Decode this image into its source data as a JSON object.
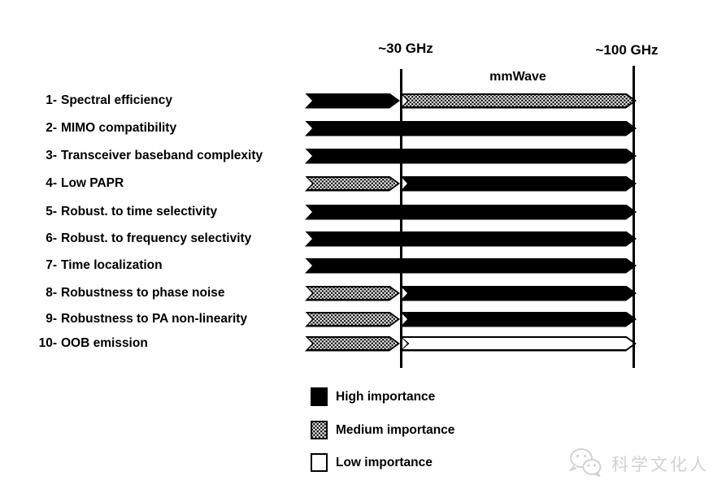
{
  "axis": {
    "freq_low": "~30 GHz",
    "freq_high": "~100 GHz",
    "band": "mmWave"
  },
  "rows": [
    {
      "num": "1-",
      "label": "Spectral efficiency",
      "below_30ghz": "high",
      "above_30ghz": "medium",
      "split": true
    },
    {
      "num": "2-",
      "label": "MIMO compatibility",
      "below_30ghz": "high",
      "above_30ghz": "high",
      "split": false
    },
    {
      "num": "3-",
      "label": "Transceiver baseband complexity",
      "below_30ghz": "high",
      "above_30ghz": "high",
      "split": false
    },
    {
      "num": "4-",
      "label": "Low PAPR",
      "below_30ghz": "medium",
      "above_30ghz": "high",
      "split": true
    },
    {
      "num": "5-",
      "label": "Robust. to time selectivity",
      "below_30ghz": "high",
      "above_30ghz": "high",
      "split": false
    },
    {
      "num": "6-",
      "label": "Robust. to frequency selectivity",
      "below_30ghz": "high",
      "above_30ghz": "high",
      "split": false
    },
    {
      "num": "7-",
      "label": "Time localization",
      "below_30ghz": "high",
      "above_30ghz": "high",
      "split": false
    },
    {
      "num": "8-",
      "label": "Robustness to phase noise",
      "below_30ghz": "medium",
      "above_30ghz": "high",
      "split": true
    },
    {
      "num": "9-",
      "label": "Robustness to PA non-linearity",
      "below_30ghz": "medium",
      "above_30ghz": "high",
      "split": true
    },
    {
      "num": "10-",
      "label": "OOB emission",
      "below_30ghz": "medium",
      "above_30ghz": "low",
      "split": true
    }
  ],
  "legend": [
    {
      "level": "high",
      "label": "High importance"
    },
    {
      "level": "medium",
      "label": "Medium importance"
    },
    {
      "level": "low",
      "label": "Low importance"
    }
  ],
  "watermark": {
    "text": "科学文化人",
    "icon": "wechat-bubbles-icon"
  },
  "colors": {
    "high": "#000000",
    "medium_pattern": "halftone-dots",
    "low": "#ffffff",
    "outline": "#000000",
    "watermark": "#d2d2d2"
  },
  "chart_data": {
    "type": "table",
    "title": "",
    "x_markers": [
      "~30 GHz",
      "~100 GHz"
    ],
    "band_label": "mmWave",
    "categories": [
      "1- Spectral efficiency",
      "2- MIMO compatibility",
      "3- Transceiver baseband complexity",
      "4- Low PAPR",
      "5- Robust. to time selectivity",
      "6- Robust. to frequency selectivity",
      "7- Time localization",
      "8- Robustness to phase noise",
      "9- Robustness to PA non-linearity",
      "10- OOB emission"
    ],
    "series": [
      {
        "name": "below ~30 GHz",
        "values": [
          "high",
          "high",
          "high",
          "medium",
          "high",
          "high",
          "high",
          "medium",
          "medium",
          "medium"
        ]
      },
      {
        "name": "~30 GHz to ~100 GHz (mmWave)",
        "values": [
          "medium",
          "high",
          "high",
          "high",
          "high",
          "high",
          "high",
          "high",
          "high",
          "low"
        ]
      }
    ],
    "legend_entries": [
      "High importance",
      "Medium importance",
      "Low importance"
    ],
    "legend_position": "bottom-center",
    "grid": false
  }
}
